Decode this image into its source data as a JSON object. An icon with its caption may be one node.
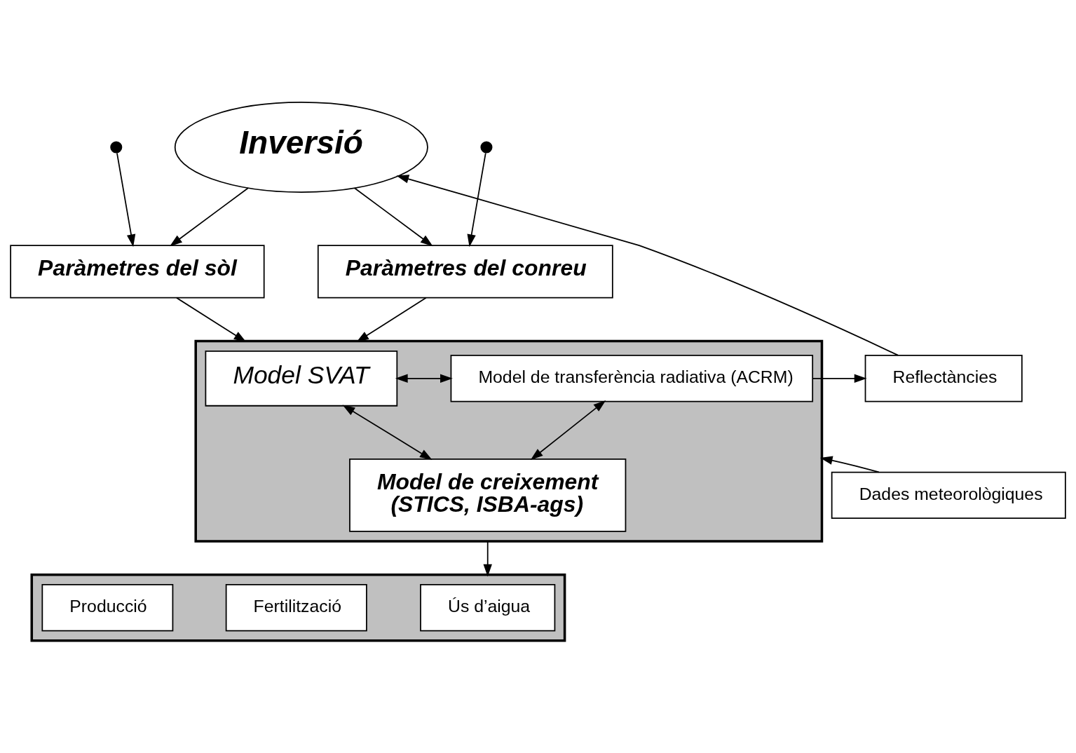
{
  "diagram": {
    "nodes": [
      {
        "text": [],
        "shape": "circle"
      },
      {
        "text": [],
        "shape": "circle"
      },
      {
        "text": [
          "Inversió"
        ]
      },
      {
        "text": [
          "Paràmetres del sòl"
        ]
      },
      {
        "text": [
          "Paràmetres del conreu"
        ]
      },
      {
        "text": [],
        "shape": "box"
      },
      {
        "text": [
          "Model SVAT"
        ],
        "in": 5
      },
      {
        "text": [
          "Model de transferència radiativa (ACRM)"
        ],
        "in": 5
      },
      {
        "text": [
          "Reflectàncies"
        ]
      },
      {
        "text": [
          "Model de creixement",
          "(STICS, ISBA-ags)"
        ],
        "in": 5
      },
      {
        "text": [
          "Dades meteorològiques"
        ]
      },
      {
        "text": [],
        "shape": "box"
      },
      {
        "text": [
          "Ús d’aigua"
        ],
        "in": 11
      },
      {
        "text": [
          "Fertilització"
        ],
        "in": 11
      },
      {
        "text": [
          "Producció"
        ],
        "in": 11
      }
    ],
    "edges": [
      {
        "from": 0,
        "to": 3,
        "arrow": "to"
      },
      {
        "from": 1,
        "to": 4,
        "arrow": "to"
      },
      {
        "from": 2,
        "to": 3,
        "arrow": "to"
      },
      {
        "from": 2,
        "to": 4,
        "arrow": "to"
      },
      {
        "from": 3,
        "to": 5,
        "arrow": "to"
      },
      {
        "from": 4,
        "to": 5,
        "arrow": "to"
      },
      {
        "from": 6,
        "to": 7,
        "arrow": "both"
      },
      {
        "from": 7,
        "to": 8,
        "arrow": "to"
      },
      {
        "from": 8,
        "to": 2,
        "arrow": "to"
      },
      {
        "from": 6,
        "to": 9,
        "arrow": "both"
      },
      {
        "from": 7,
        "to": 9,
        "arrow": "both"
      },
      {
        "from": 10,
        "to": 5,
        "arrow": "to"
      },
      {
        "from": 5,
        "to": 11,
        "arrow": "to"
      }
    ]
  }
}
